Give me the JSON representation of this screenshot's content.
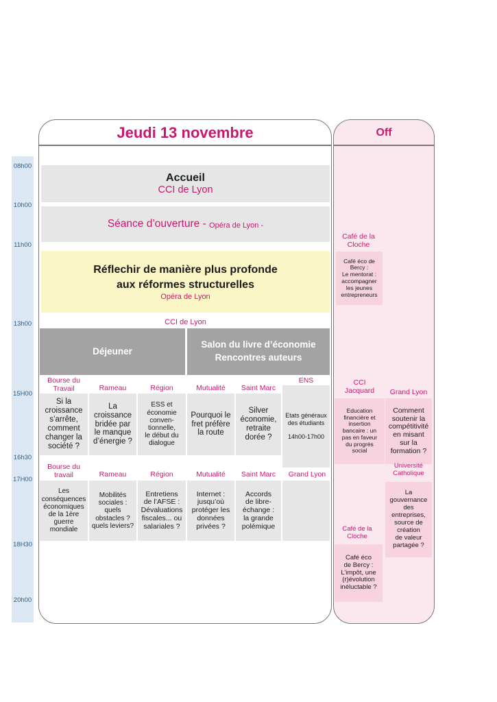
{
  "day_title": "Jeudi 13 novembre",
  "off_title": "Off",
  "times": [
    "08h00",
    "10h00",
    "11h00",
    "13h00",
    "15H00",
    "16h30",
    "17H00",
    "18H30",
    "20h00"
  ],
  "accueil": {
    "title": "Accueil",
    "place": "CCI de Lyon"
  },
  "ouverture": {
    "title": "Séance d’ouverture - ",
    "place": "Opéra de Lyon -"
  },
  "reflechir": {
    "title": "Réflechir de manière plus profonde\naux réformes structurelles",
    "place": "Opéra de Lyon"
  },
  "cci_lyon_label": "CCI de Lyon",
  "dejeuner": "Déjeuner",
  "salon": "Salon du livre d’économie\nRencontres auteurs",
  "afternoon1": {
    "headers": [
      "Bourse du\nTravail",
      "Rameau",
      "Région",
      "Mutualité",
      "Saint Marc",
      "ENS"
    ],
    "cells": [
      "Si la\ncroissance\ns’arrête,\ncomment\nchanger la\nsociété ?",
      "La\ncroissance\nbridée par\nle manque\nd’énergie ?",
      "ESS et\néconomie\nconven-\ntionnelle,\nle début du\ndialogue",
      "Pourquoi le\nfret préfère\nla route",
      "Silver\néconomie,\nretraite\ndorée ?",
      "Etats généraux\ndes étudiants\n\n14h00-17h00"
    ]
  },
  "afternoon2": {
    "headers": [
      "Bourse du\ntravail",
      "Rameau",
      "Région",
      "Mutualité",
      "Saint Marc",
      "Grand Lyon"
    ],
    "cells": [
      "Les\nconséquences\néconomiques\nde la 1ère\nguerre\nmondiale",
      "Mobilités\nsociales :\nquels\nobstacles ?\nquels leviers?",
      "Entretiens\nde l’AFSE :\nDévaluations\nfiscales... ou\nsalariales ?",
      "Internet :\njusqu’où\nprotéger les\ndonnées\nprivées ?",
      "Accords\nde libre-\néchange :\nla grande\npolémique",
      ""
    ]
  },
  "off": {
    "cafe1": {
      "header": "Café de la\nCloche",
      "text": "Café éco de\nBercy :\nLe mentorat :\naccompagner\nles jeunes\nentrepreneurs"
    },
    "cci_jacquard": {
      "header": "CCI\nJacquard",
      "text": "Education\nfinancière et\ninsertion\nbancaire : un\npas en faveur\ndu progrès\nsocial"
    },
    "grand_lyon": {
      "header": "Grand Lyon",
      "text": "Comment\nsoutenir la\ncompétitivité\nen misant\nsur la\nformation ?"
    },
    "universite": {
      "header": "Université\nCatholique",
      "text": "La\ngouvernance\ndes\nentreprises,\nsource de\ncréation\nde valeur\npartagée ?"
    },
    "cafe2": {
      "header": "Café de la\nCloche",
      "text": "Café éco\nde Bercy :\nL’impôt, une\n(r)évolution\ninéluctable ?"
    }
  }
}
